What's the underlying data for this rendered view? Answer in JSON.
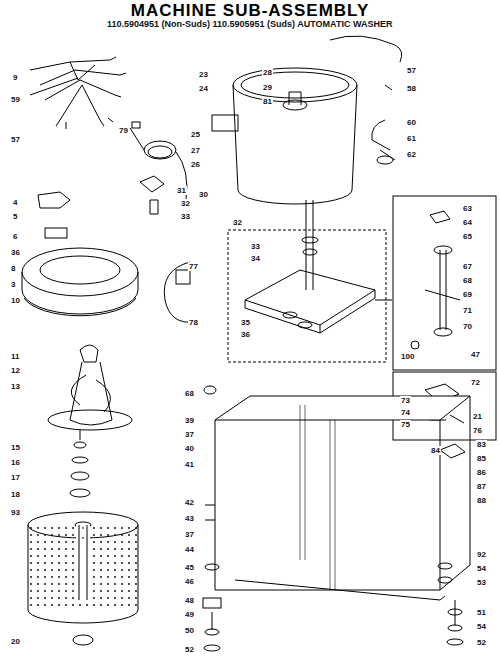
{
  "diagram": {
    "title": "MACHINE SUB-ASSEMBLY",
    "labels": [
      "110.5904951 (Non-Suds) 110.5905951 (Suds) AUTOMATIC WASHER",
      "9",
      "59",
      "57",
      "79",
      "4",
      "5",
      "6",
      "36",
      "8",
      "3",
      "10",
      "31",
      "32",
      "33",
      "77",
      "78",
      "23",
      "24",
      "25",
      "27",
      "26",
      "28",
      "29",
      "81",
      "57",
      "58",
      "60",
      "61",
      "62",
      "30",
      "32",
      "33",
      "34",
      "35",
      "36",
      "63",
      "64",
      "65",
      "67",
      "68",
      "69",
      "71",
      "70",
      "100",
      "47",
      "72",
      "73",
      "74",
      "75",
      "21",
      "76",
      "84",
      "83",
      "85",
      "86",
      "87",
      "88",
      "92",
      "54",
      "53",
      "51",
      "54",
      "52",
      "11",
      "12",
      "13",
      "15",
      "16",
      "17",
      "18",
      "93",
      "20",
      "68",
      "39",
      "37",
      "40",
      "41",
      "42",
      "43",
      "37",
      "44",
      "45",
      "46",
      "48",
      "49",
      "50",
      "52"
    ]
  }
}
